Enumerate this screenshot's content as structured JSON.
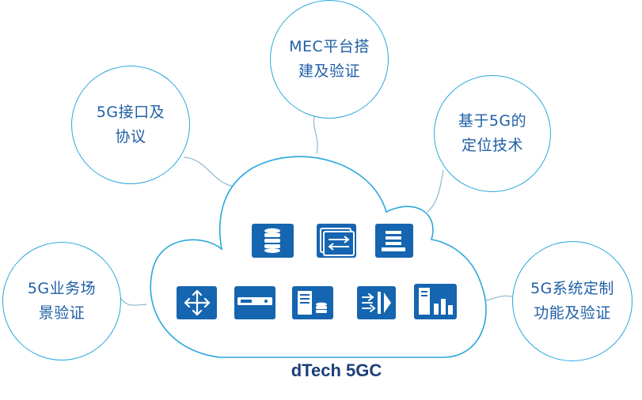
{
  "diagram": {
    "caption": "dTech 5GC",
    "accent_color": "#2aa7dc",
    "text_color": "#1f5fa6",
    "icon_color": "#1565b0",
    "bubbles": [
      {
        "id": "interface",
        "lines": [
          "5G接口及",
          "协议"
        ]
      },
      {
        "id": "mec",
        "lines": [
          "MEC平台搭",
          "建及验证"
        ]
      },
      {
        "id": "positioning",
        "lines": [
          "基于5G的",
          "定位技术"
        ]
      },
      {
        "id": "scenario",
        "lines": [
          "5G业务场",
          "景验证"
        ]
      },
      {
        "id": "custom",
        "lines": [
          "5G系统定制",
          "功能及验证"
        ]
      }
    ],
    "cloud_icons": [
      "database-icon",
      "transfer-server-icon",
      "storage-stack-icon",
      "router-icon",
      "switch-icon",
      "server-database-icon",
      "firewall-icon",
      "server-chart-icon"
    ]
  }
}
